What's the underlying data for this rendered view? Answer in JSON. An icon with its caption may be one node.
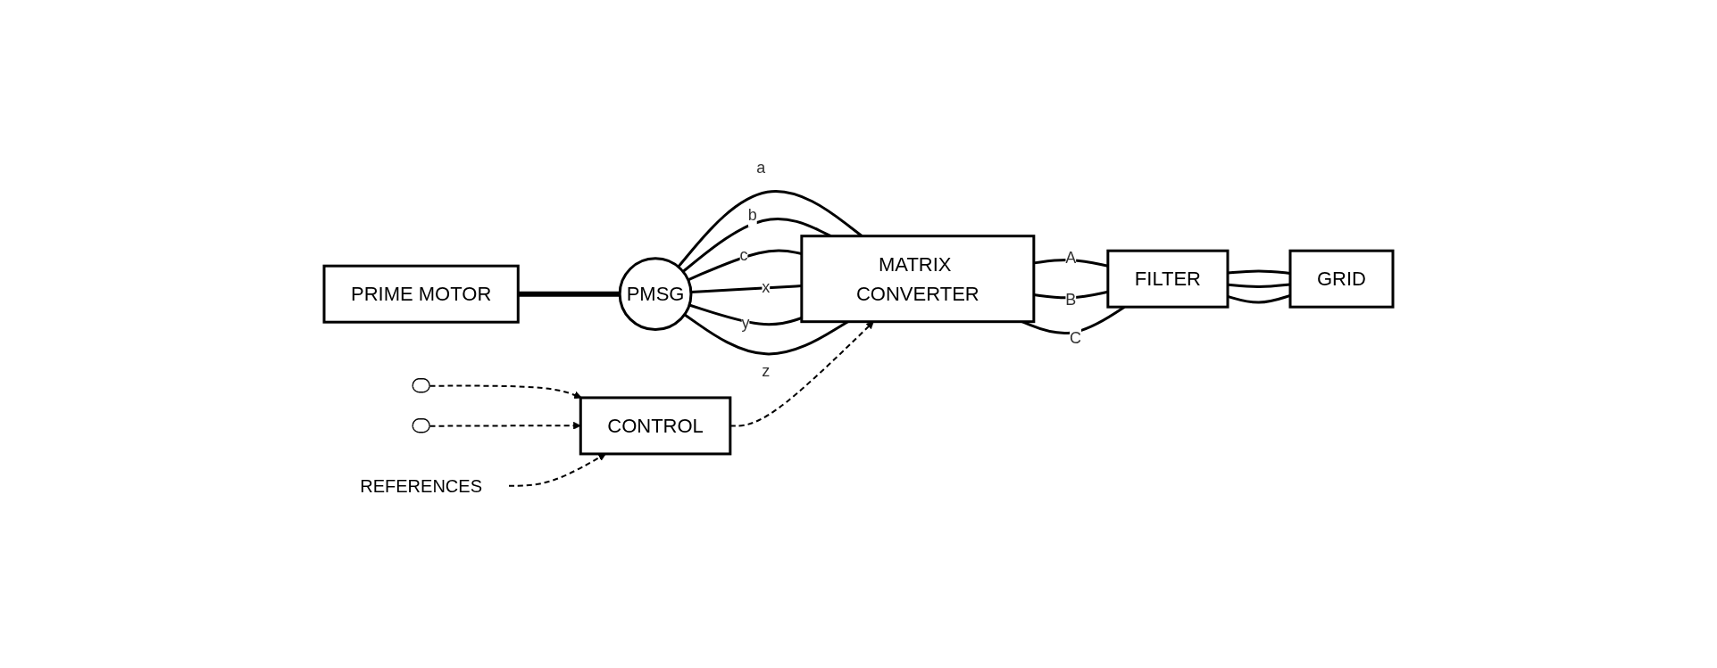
{
  "diagram": {
    "nodes": [
      {
        "text": [
          "PRIME MOTOR"
        ]
      },
      {
        "text": [
          "PMSG"
        ]
      },
      {
        "text": [],
        "shape": "ellipse"
      },
      {
        "text": [
          "MATRIX CONVERTER"
        ]
      },
      {
        "text": [
          "FILTER"
        ]
      },
      {
        "text": [],
        "shape": "ellipse"
      },
      {
        "text": [
          "GRID"
        ]
      },
      {
        "text": [
          "CONTROL"
        ]
      },
      {
        "text": [
          "REFERENCES"
        ]
      }
    ],
    "edges": [
      {
        "from": 0,
        "to": 1,
        "arrow": "none",
        "style": "thick"
      },
      {
        "from": 1,
        "to": 3,
        "arrow": "none",
        "label": "a"
      },
      {
        "from": 1,
        "to": 3,
        "arrow": "none",
        "label": "b"
      },
      {
        "from": 1,
        "to": 3,
        "arrow": "none",
        "label": "c"
      },
      {
        "from": 1,
        "to": 3,
        "arrow": "none",
        "label": "x"
      },
      {
        "from": 1,
        "to": 3,
        "arrow": "none",
        "label": "y"
      },
      {
        "from": 1,
        "to": 3,
        "arrow": "none",
        "label": "z"
      },
      {
        "from": 3,
        "to": 4,
        "arrow": "none",
        "label": "A"
      },
      {
        "from": 3,
        "to": 4,
        "arrow": "none",
        "label": "B"
      },
      {
        "from": 3,
        "to": 4,
        "arrow": "none",
        "label": "C"
      },
      {
        "from": 4,
        "to": 6,
        "arrow": "none"
      },
      {
        "from": 4,
        "to": 6,
        "arrow": "none"
      },
      {
        "from": 4,
        "to": 6,
        "arrow": "none"
      },
      {
        "from": 2,
        "to": 7,
        "arrow": "to",
        "style": "dashed"
      },
      {
        "from": 5,
        "to": 7,
        "arrow": "to",
        "style": "dashed"
      },
      {
        "from": 7,
        "to": 3,
        "arrow": "to",
        "style": "dashed"
      },
      {
        "from": 8,
        "to": 7,
        "arrow": "to",
        "style": "dashed"
      }
    ]
  }
}
